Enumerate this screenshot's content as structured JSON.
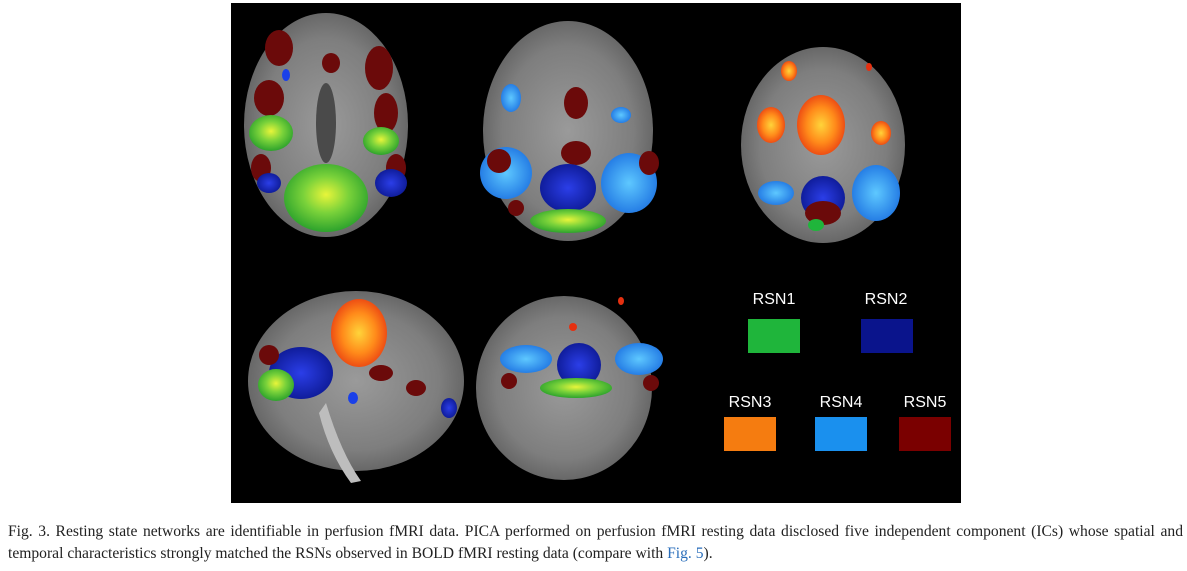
{
  "legend": [
    {
      "label": "RSN1",
      "color": "#1fb53b"
    },
    {
      "label": "RSN2",
      "color": "#0a148c"
    },
    {
      "label": "RSN3",
      "color": "#f57c10"
    },
    {
      "label": "RSN4",
      "color": "#1a90ee"
    },
    {
      "label": "RSN5",
      "color": "#7a0000"
    }
  ],
  "caption": {
    "text_before_link": "Fig. 3. Resting state networks are identifiable in perfusion fMRI data. PICA performed on perfusion fMRI resting data disclosed five independent component (ICs) whose spatial and temporal characteristics strongly matched the RSNs observed in BOLD fMRI resting data (compare with ",
    "link_text": "Fig. 5",
    "text_after_link": ")."
  }
}
